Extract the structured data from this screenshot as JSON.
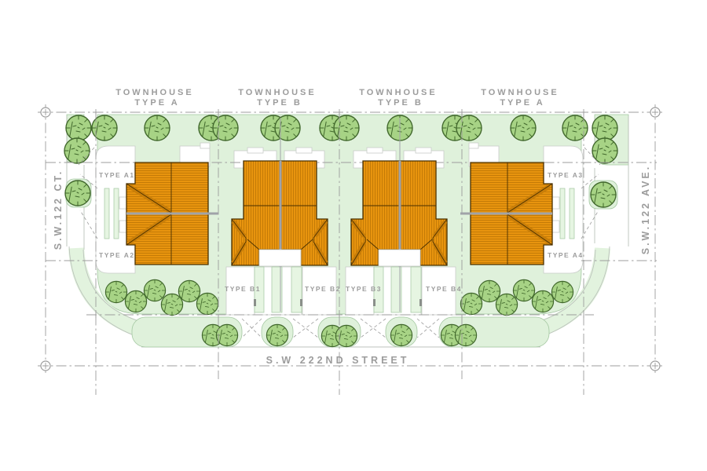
{
  "headers": [
    {
      "l1": "TOWNHOUSE",
      "l2": "TYPE A"
    },
    {
      "l1": "TOWNHOUSE",
      "l2": "TYPE B"
    },
    {
      "l1": "TOWNHOUSE",
      "l2": "TYPE B"
    },
    {
      "l1": "TOWNHOUSE",
      "l2": "TYPE A"
    }
  ],
  "units": {
    "a1": "TYPE A1",
    "a2": "TYPE A2",
    "a3": "TYPE A3",
    "a4": "TYPE A4",
    "b1": "TYPE B1",
    "b2": "TYPE B2",
    "b3": "TYPE B3",
    "b4": "TYPE B4"
  },
  "streets": {
    "left": "S.W.122 CT.",
    "right": "S.W.122 AVE.",
    "bottom": "S.W 222ND STREET"
  },
  "colors": {
    "roof": "#E8940E",
    "roof_hatch": "#C07806",
    "roof_band": "#C97E08",
    "roof_line": "#4A3000",
    "party_wall": "#A0A3A8",
    "green": "#DFF1DB",
    "hedge": "#E6F5E2",
    "swale": "#E2F3DE",
    "green_edge": "#A3C7A0",
    "tree": "#A7D385",
    "tree_line": "#41682C",
    "text": "#9C9C9C",
    "dash": "#9C9C9C",
    "outline": "#BCC3BC",
    "white_edge": "#C8CCC8"
  }
}
